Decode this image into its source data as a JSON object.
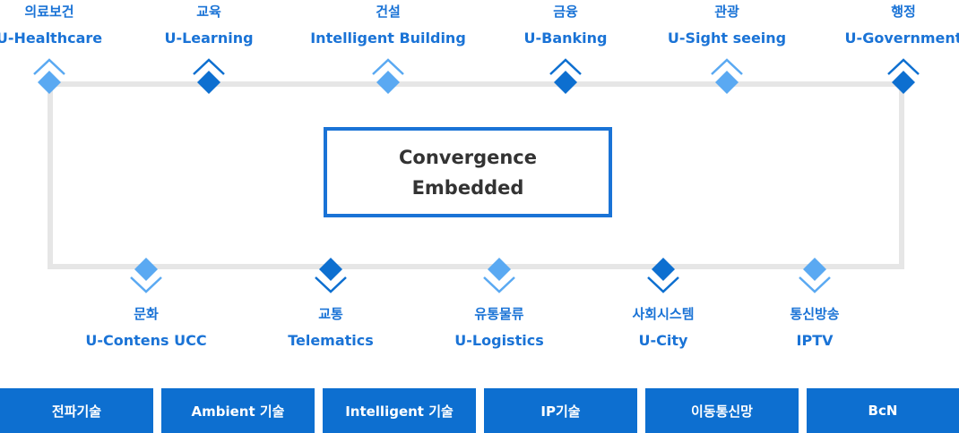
{
  "colors": {
    "accent": "#1a73d6",
    "diamond_light": "#5aa9f2",
    "diamond_dark": "#0d6fd0",
    "frame_line": "#e6e6e6",
    "center_text": "#333333",
    "tech_bar": "#0d6fd0"
  },
  "top_services": [
    {
      "ko": "의료보건",
      "en": "U-Healthcare",
      "tone": "light"
    },
    {
      "ko": "교육",
      "en": "U-Learning",
      "tone": "dark"
    },
    {
      "ko": "건설",
      "en": "Intelligent Building",
      "tone": "light"
    },
    {
      "ko": "금융",
      "en": "U-Banking",
      "tone": "dark"
    },
    {
      "ko": "관광",
      "en": "U-Sight seeing",
      "tone": "light"
    },
    {
      "ko": "행정",
      "en": "U-Government",
      "tone": "dark"
    }
  ],
  "bottom_services": [
    {
      "ko": "문화",
      "en": "U-Contens UCC",
      "tone": "light"
    },
    {
      "ko": "교통",
      "en": "Telematics",
      "tone": "dark"
    },
    {
      "ko": "유통물류",
      "en": "U-Logistics",
      "tone": "light"
    },
    {
      "ko": "사회시스템",
      "en": "U-City",
      "tone": "dark"
    },
    {
      "ko": "통신방송",
      "en": "IPTV",
      "tone": "light"
    }
  ],
  "center": {
    "line1": "Convergence",
    "line2": "Embedded"
  },
  "technologies": [
    "전파기술",
    "Ambient 기술",
    "Intelligent 기술",
    "IP기술",
    "이동통신망",
    "BcN"
  ]
}
